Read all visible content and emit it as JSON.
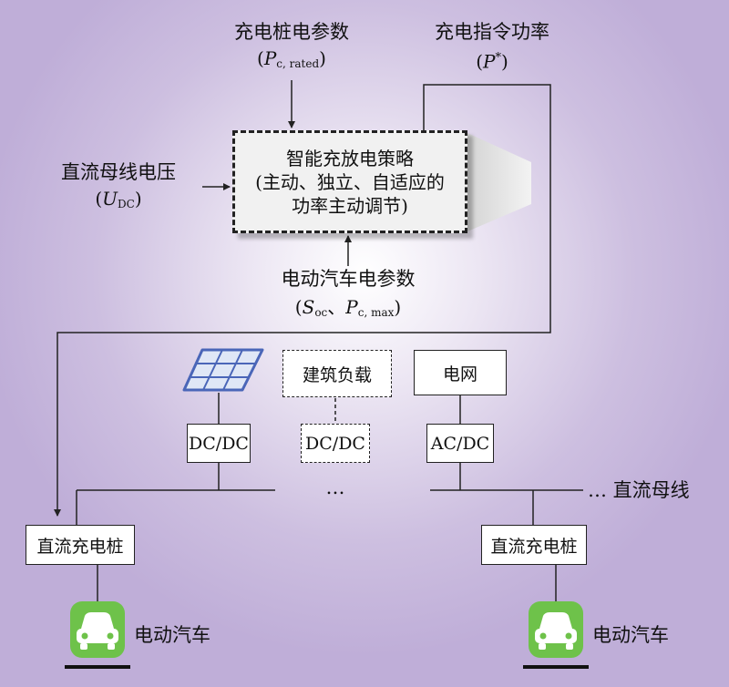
{
  "strategy": {
    "line1": "智能充放电策略",
    "line2": "(主动、独立、自适应的",
    "line3": "功率主动调节)"
  },
  "pile_params": {
    "label": "充电桩电参数",
    "formula_var": "P",
    "formula_sub": "c, rated"
  },
  "power_cmd": {
    "label": "充电指令功率",
    "formula_var": "P",
    "formula_sup": "*"
  },
  "bus_voltage": {
    "label": "直流母线电压",
    "formula_var": "U",
    "formula_sub": "DC"
  },
  "ev_params": {
    "label": "电动汽车电参数",
    "var1": "S",
    "sub1": "oc",
    "sep": "、",
    "var2": "P",
    "sub2": "c, max"
  },
  "building_load": "建筑负载",
  "grid": "电网",
  "dcdc_pv": "DC/DC",
  "dcdc_load": "DC/DC",
  "acdc": "AC/DC",
  "ellipsis": "…",
  "dc_bus": "… 直流母线",
  "charging_pile_left": "直流充电桩",
  "charging_pile_right": "直流充电桩",
  "ev_left": "电动汽车",
  "ev_right": "电动汽车",
  "colors": {
    "car_green": "#6ec24a",
    "pv_blue": "#4a66b8",
    "pv_fill": "#dfe7f6"
  }
}
